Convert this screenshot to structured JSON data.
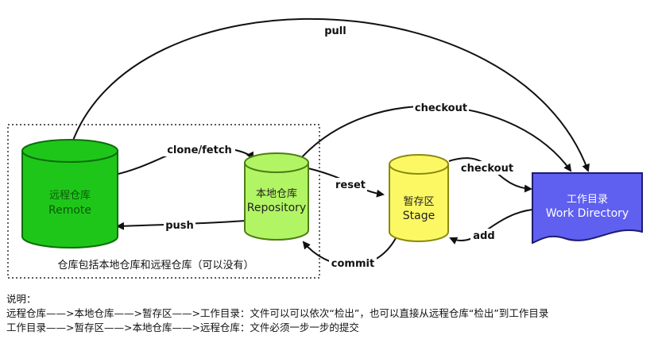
{
  "nodes": {
    "remote": {
      "cn": "远程仓库",
      "en": "Remote",
      "fill": "#1fc61a",
      "stroke": "#0b6e0b",
      "text_color": "#0a5a0a"
    },
    "repository": {
      "cn": "本地仓库",
      "en": "Repository",
      "fill": "#b2f564",
      "stroke": "#4f7d16",
      "text_color": "#222222"
    },
    "stage": {
      "cn": "暂存区",
      "en": "Stage",
      "fill": "#fbf864",
      "stroke": "#8a8a10",
      "text_color": "#222222"
    },
    "workdir": {
      "cn": "工作目录",
      "en": "Work Directory",
      "fill": "#5f5ff0",
      "stroke": "#1c1c6e",
      "text_color": "#ffffff"
    }
  },
  "edges": {
    "pull": "pull",
    "checkout_top": "checkout",
    "clone_fetch": "clone/fetch",
    "push": "push",
    "reset": "reset",
    "commit": "commit",
    "checkout_right": "checkout",
    "add": "add"
  },
  "group_caption": "仓库包括本地仓库和远程仓库（可以没有）",
  "notes": {
    "title": "说明：",
    "line1": "远程仓库——>本地仓库——>暂存区——>工作目录：文件可以可以依次“检出”，也可以直接从远程仓库“检出”到工作目录",
    "line2": "工作目录——>暂存区——>本地仓库——>远程仓库：文件必须一步一步的提交"
  }
}
